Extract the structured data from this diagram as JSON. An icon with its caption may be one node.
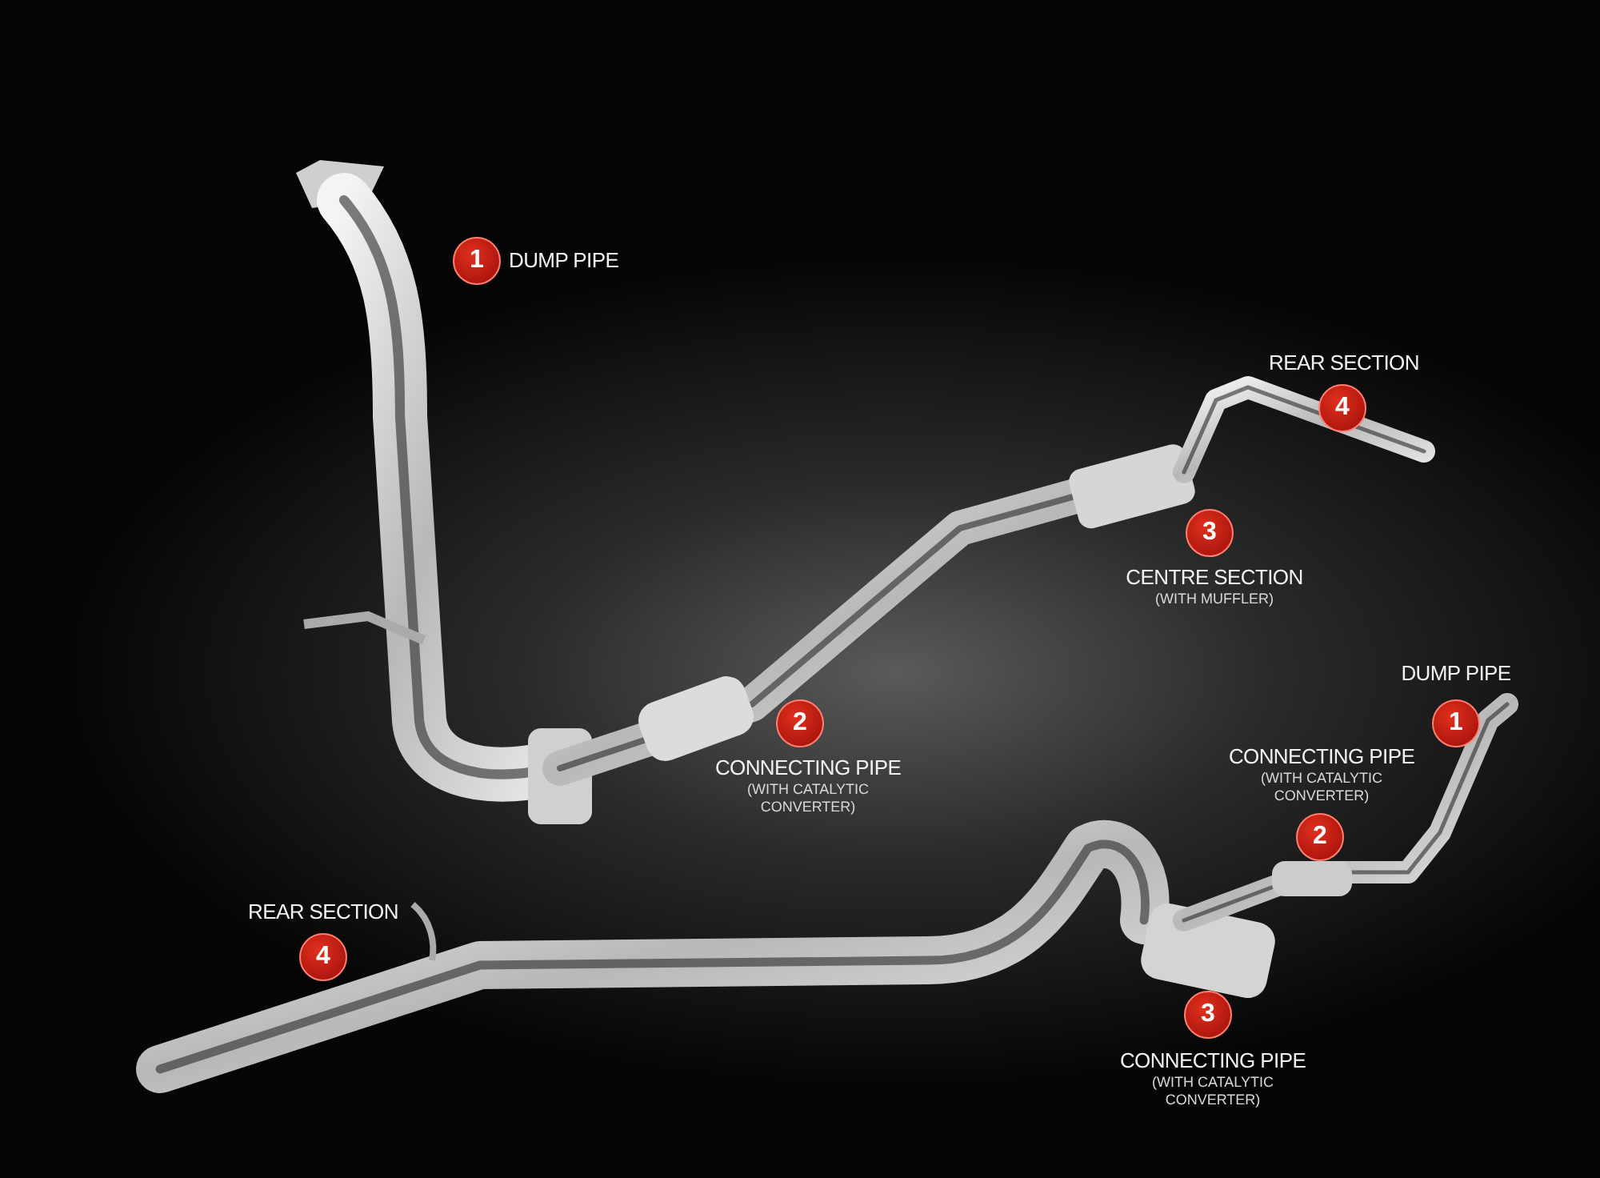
{
  "diagram": {
    "nodes": [
      {
        "text": [
          "1"
        ],
        "beside": [
          "DUMP PIPE"
        ]
      },
      {
        "text": [
          "4"
        ],
        "beside": [
          "REAR SECTION"
        ]
      },
      {
        "text": [
          "3"
        ],
        "beside": [
          "CENTRE SECTION",
          "(WITH MUFFLER)"
        ]
      },
      {
        "text": [
          "2"
        ],
        "beside": [
          "CONNECTING PIPE",
          "(WITH CATALYTIC CONVERTER)"
        ]
      },
      {
        "text": [
          "1"
        ],
        "beside": [
          "DUMP PIPE"
        ]
      },
      {
        "text": [
          "2"
        ],
        "beside": [
          "CONNECTING PIPE",
          "(WITH CATALYTIC CONVERTER)"
        ]
      },
      {
        "text": [
          "4"
        ],
        "beside": [
          "REAR SECTION"
        ]
      },
      {
        "text": [
          "3"
        ],
        "beside": [
          "CONNECTING PIPE",
          "(WITH CATALYTIC CONVERTER)"
        ]
      }
    ]
  }
}
